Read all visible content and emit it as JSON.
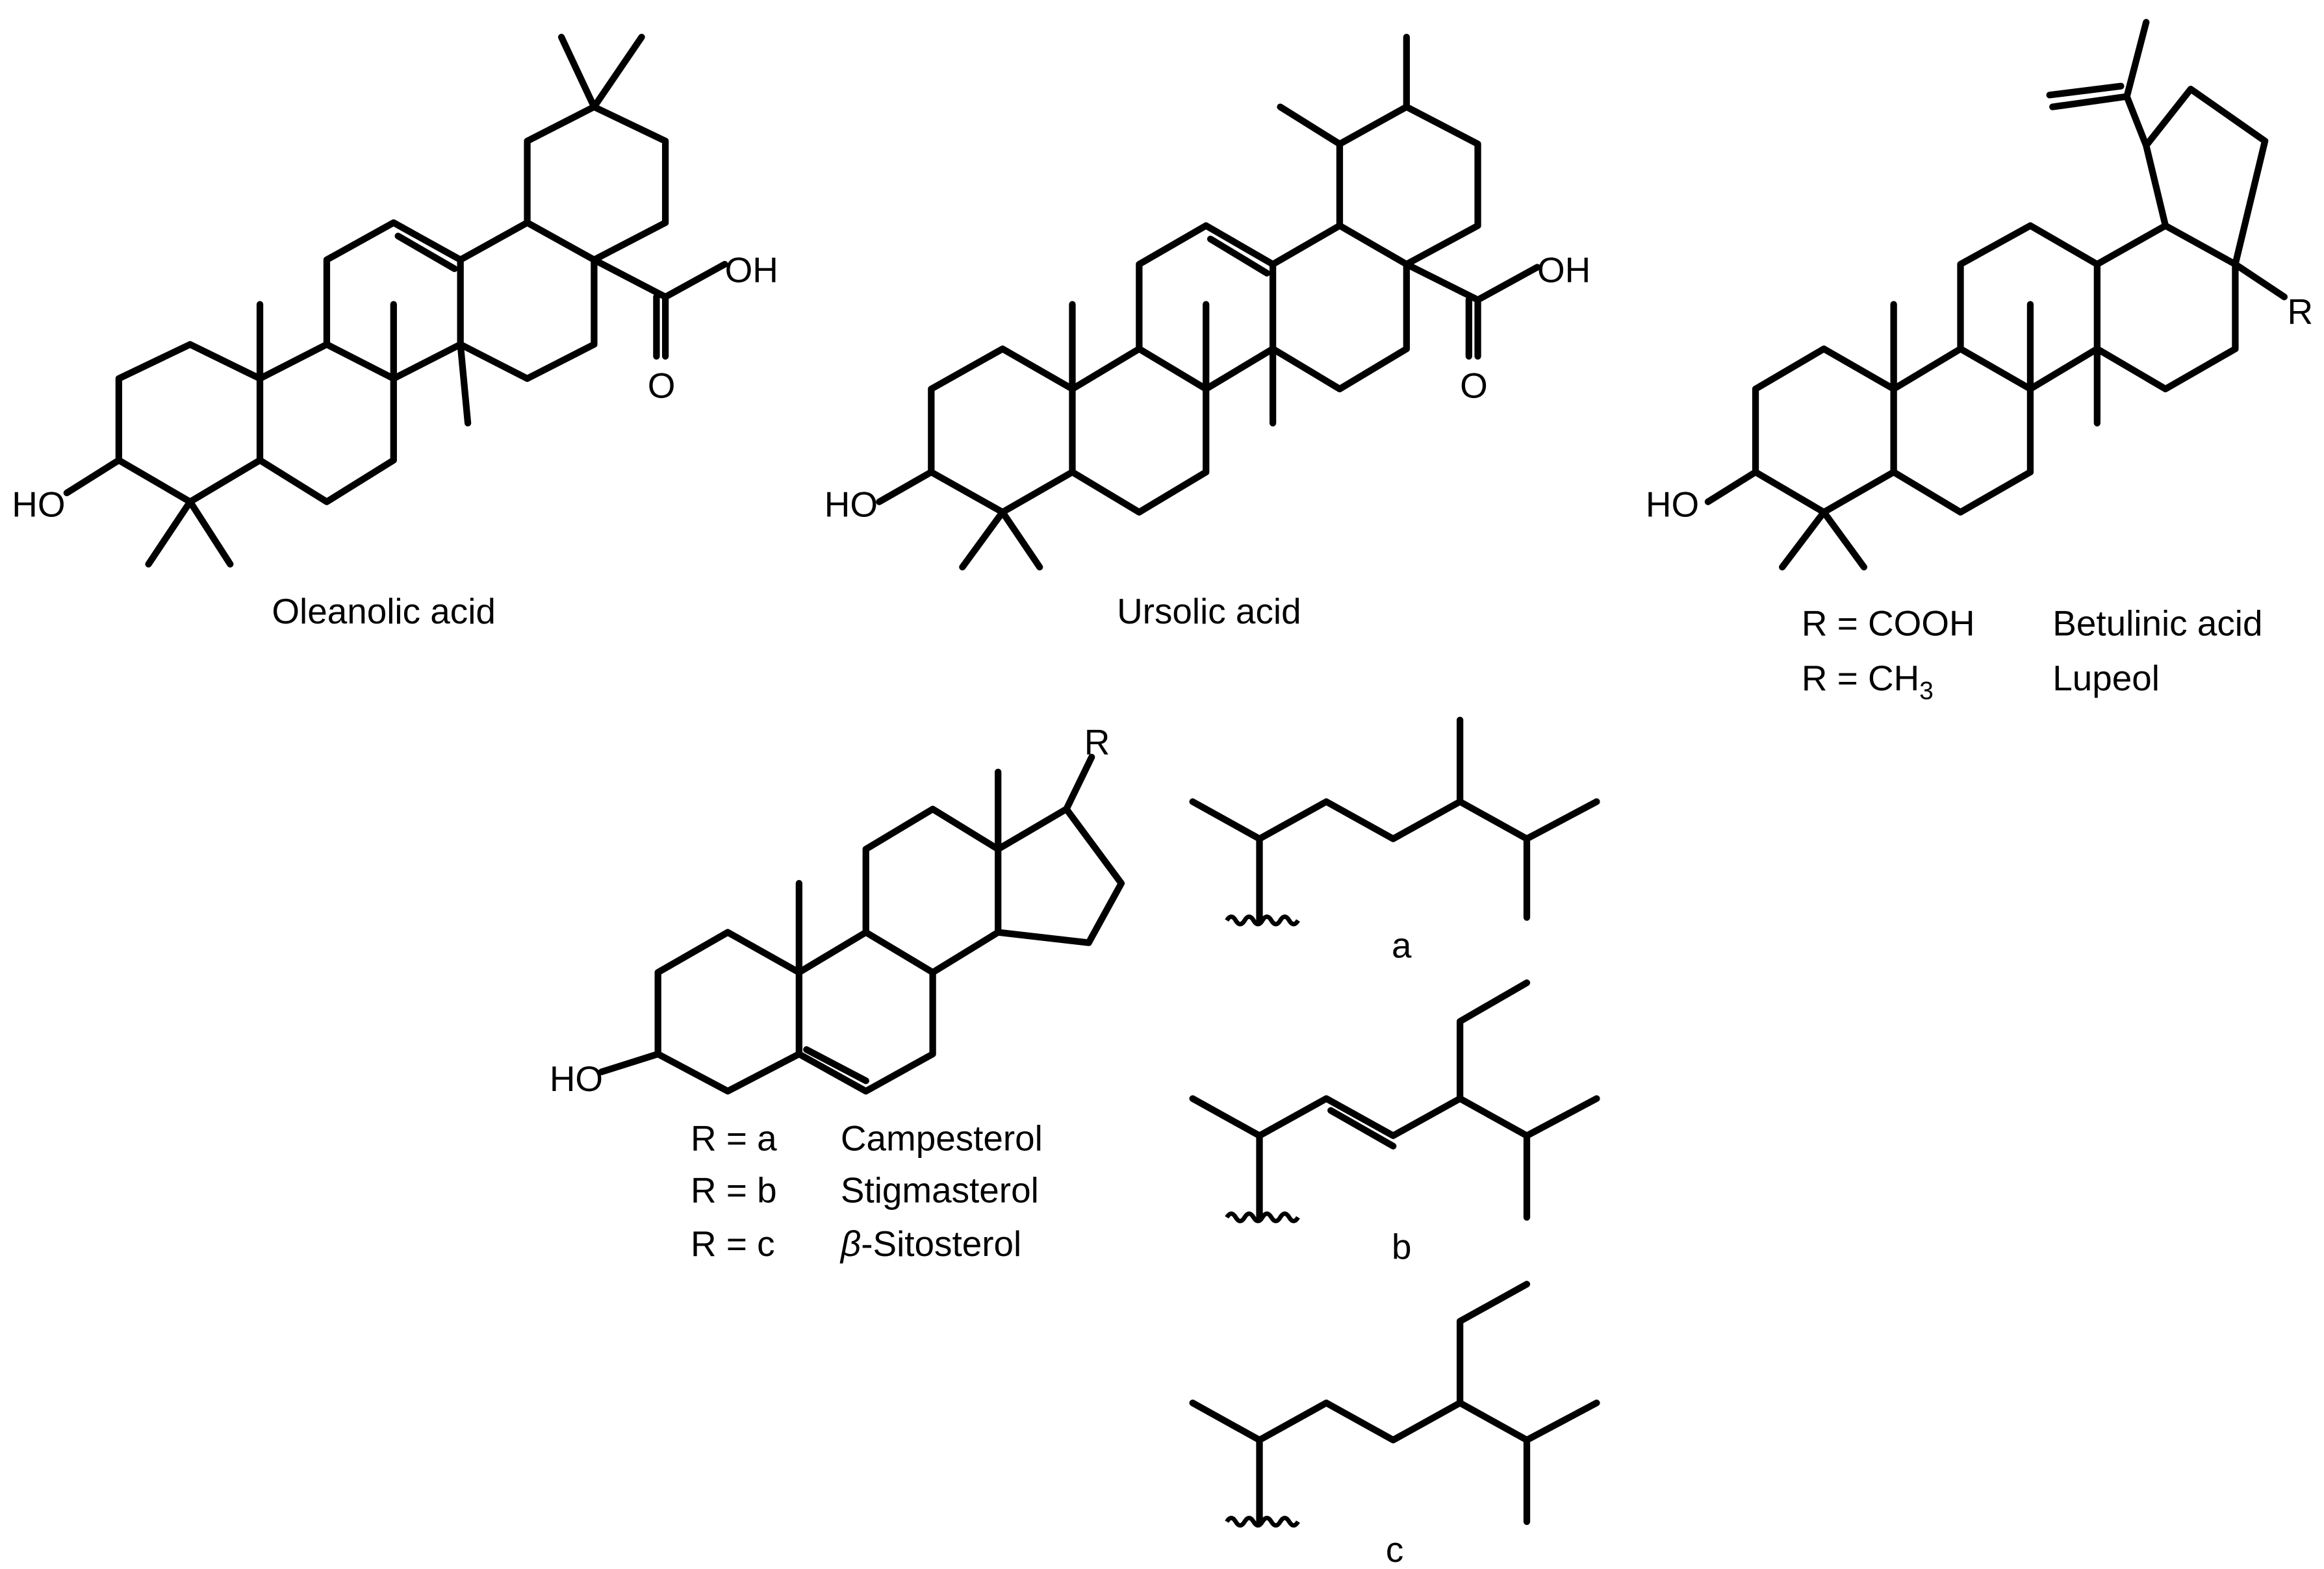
{
  "molecules": {
    "oleanolic": {
      "name": "Oleanolic acid",
      "ho": "HO",
      "oh": "OH",
      "o": "O"
    },
    "ursolic": {
      "name": "Ursolic acid",
      "ho": "HO",
      "oh": "OH",
      "o": "O"
    },
    "lupane": {
      "ho": "HO",
      "r": "R",
      "variants": [
        {
          "r_value": "R = COOH",
          "name": "Betulinic acid"
        },
        {
          "r_value_prefix": "R = CH",
          "r_value_sub": "3",
          "name": "Lupeol"
        }
      ]
    },
    "sterol": {
      "ho": "HO",
      "r": "R",
      "variants": [
        {
          "r_value": "R = a",
          "name": "Campesterol"
        },
        {
          "r_value": "R = b",
          "name": "Stigmasterol"
        },
        {
          "r_value": "R = c",
          "name_prefix": "β",
          "name": "-Sitosterol"
        }
      ]
    }
  },
  "side_chains": [
    {
      "label": "a"
    },
    {
      "label": "b"
    },
    {
      "label": "c"
    }
  ]
}
